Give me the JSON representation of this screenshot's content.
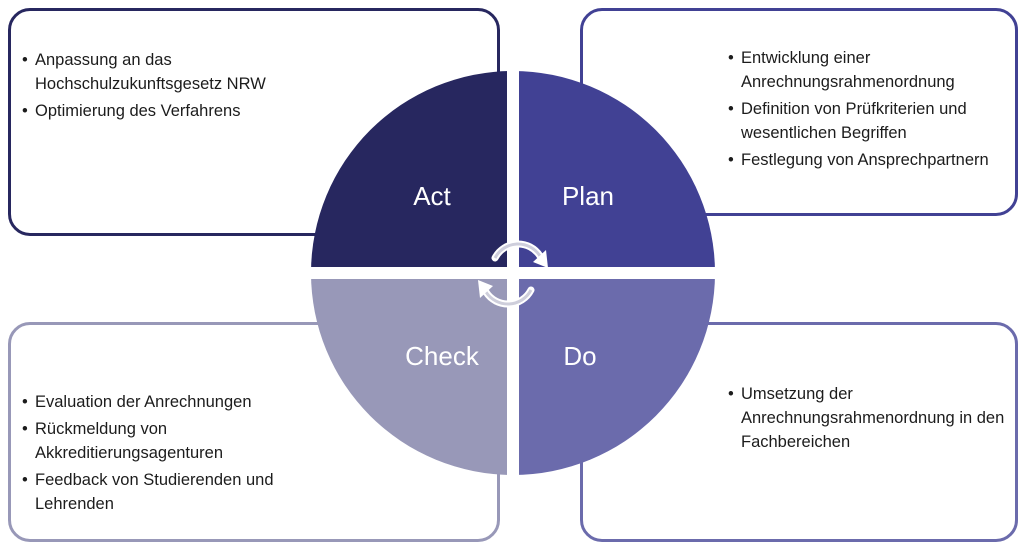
{
  "quadrants": {
    "act": {
      "label": "Act",
      "color": "#27275f"
    },
    "plan": {
      "label": "Plan",
      "color": "#414194"
    },
    "check": {
      "label": "Check",
      "color": "#9898b8"
    },
    "do": {
      "label": "Do",
      "color": "#6b6bac"
    }
  },
  "boxes": {
    "act": {
      "items": [
        "Anpassung an das Hochschulzukunftsgesetz NRW",
        "Optimierung des Verfahrens"
      ]
    },
    "plan": {
      "items": [
        "Entwicklung einer Anrechnungsrahmenordnung",
        "Definition von Prüfkriterien und wesentlichen Begriffen",
        "Festlegung von Ansprechpartnern"
      ]
    },
    "check": {
      "items": [
        "Evaluation der Anrechnungen",
        "Rückmeldung von Akkreditierungsagenturen",
        "Feedback von Studierenden und Lehrenden"
      ]
    },
    "do": {
      "items": [
        "Umsetzung der Anrechnungsrahmenordnung in den Fachbereichen"
      ]
    }
  },
  "icons": {
    "center": "cycle-arrows-icon"
  }
}
